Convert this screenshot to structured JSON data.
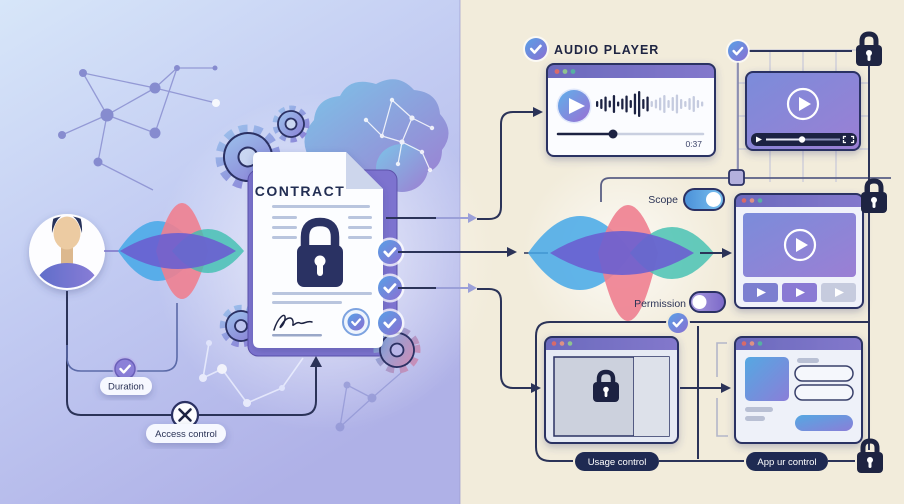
{
  "contract": {
    "title": "CONTRACT"
  },
  "left_labels": {
    "duration": "Duration",
    "access_control": "Access control"
  },
  "audio": {
    "heading": "AUDIO PLAYER",
    "time": "0:37",
    "bars": [
      6,
      10,
      15,
      7,
      18,
      5,
      11,
      17,
      8,
      21,
      26,
      10,
      15,
      6,
      9,
      13,
      18,
      8,
      14,
      19,
      10,
      6,
      12,
      16,
      8,
      5
    ],
    "bars_played": 13
  },
  "toggles": {
    "scope_label": "Scope",
    "scope_on": true,
    "permission_label": "Permission",
    "permission_on": false
  },
  "control_labels": {
    "usage": "Usage control",
    "app": "App ur control"
  },
  "icons": {
    "check_badge": "check-circle",
    "x_badge": "x-circle",
    "lock": "padlock",
    "play": "play-triangle",
    "gear": "gear",
    "brain": "neural-brain",
    "waveform": "voice-waveform",
    "avatar": "person-avatar"
  },
  "colors": {
    "navy": "#2b3163",
    "ink": "#1e2442",
    "cream_bg": "#f2ecdb",
    "left_bg_top": "#d5e4f8",
    "left_bg_bottom": "#b2b4e8",
    "check_grad": [
      "#58a0e6",
      "#8a6fd2"
    ],
    "screen_grad": [
      "#7b8cda",
      "#9b7fd4"
    ],
    "title_grad": [
      "#6b6abd",
      "#8378cc"
    ],
    "toggle_on": [
      "#4a90d8",
      "#7cc2f0"
    ],
    "toggle_off": [
      "#a89ade",
      "#7b68c8"
    ],
    "wave_blue": "#45a8e8",
    "wave_coral": "#ee8090",
    "wave_teal": "#3fbfb0",
    "wave_purple": "#6a5fd0"
  }
}
